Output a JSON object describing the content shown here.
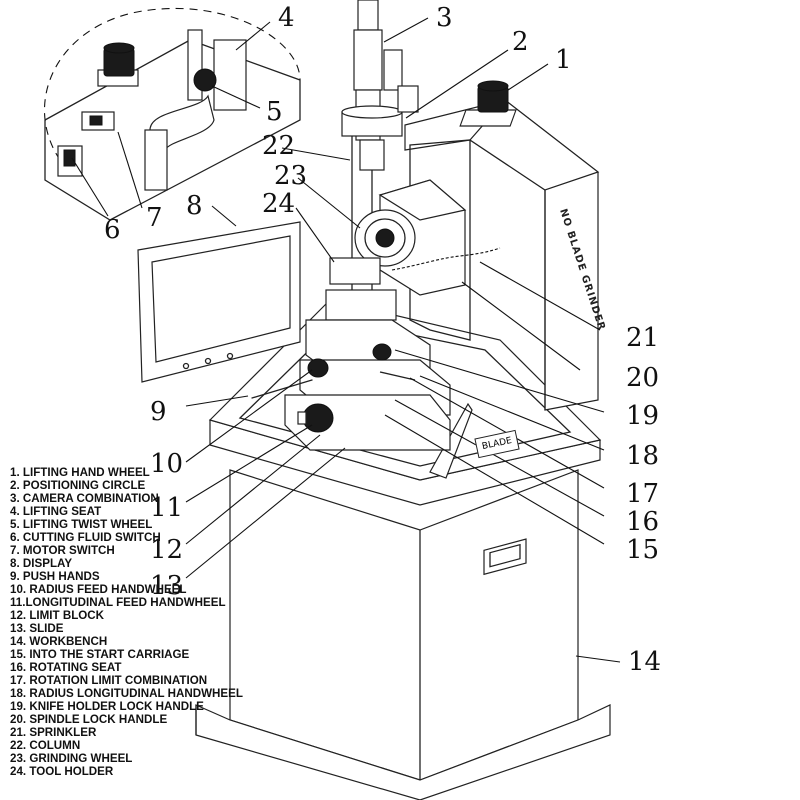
{
  "machine_label": "NO BLADE GRINDER",
  "plate_text": "BLADE",
  "legend": [
    "1. LIFTING HAND WHEEL",
    "2. POSITIONING CIRCLE",
    "3. CAMERA COMBINATION",
    "4. LIFTING SEAT",
    "5. LIFTING TWIST WHEEL",
    "6. CUTTING FLUID SWITCH",
    "7. MOTOR SWITCH",
    "8. DISPLAY",
    "9. PUSH HANDS",
    "10. RADIUS FEED HANDWHEEL",
    "11.LONGITUDINAL FEED HANDWHEEL",
    "12. LIMIT BLOCK",
    "13. SLIDE",
    "14. WORKBENCH",
    "15. INTO THE START CARRIAGE",
    "16. ROTATING SEAT",
    "17. ROTATION LIMIT COMBINATION",
    "18. RADIUS LONGITUDINAL HANDWHEEL",
    "19. KNIFE HOLDER LOCK HANDLE",
    "20. SPINDLE LOCK HANDLE",
    "21. SPRINKLER",
    "22. COLUMN",
    "23. GRINDING WHEEL",
    "24. TOOL HOLDER"
  ],
  "callouts": [
    "1",
    "2",
    "3",
    "4",
    "5",
    "6",
    "7",
    "8",
    "9",
    "10",
    "11",
    "12",
    "13",
    "14",
    "15",
    "16",
    "17",
    "18",
    "19",
    "20",
    "21",
    "22",
    "23",
    "24"
  ]
}
